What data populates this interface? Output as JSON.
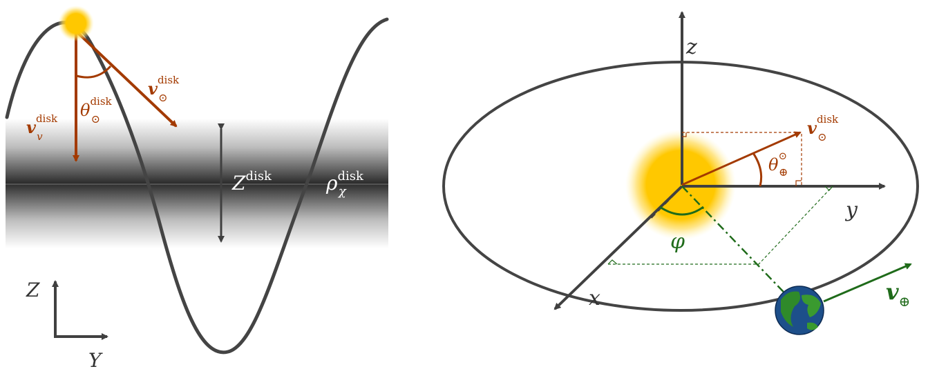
{
  "colors": {
    "axis": "#404040",
    "velocity": "#a33a00",
    "earth_velocity": "#1f6b1a",
    "sun": "#ffc800",
    "disk": "#2e2e2e"
  },
  "left_panel": {
    "v_sun_sym": "v",
    "v_sun_sub": "⊙",
    "v_sun_sup": "disk",
    "v_v_sym": "v",
    "v_v_sub": "v",
    "v_v_sup": "disk",
    "theta_sym": "θ",
    "theta_sub": "⊙",
    "theta_sup": "disk",
    "Z_disk_sym": "Z",
    "Z_disk_sup": "disk",
    "rho_sym": "ρ",
    "rho_sub": "χ",
    "rho_sup": "disk",
    "axis_Z": "Z",
    "axis_Y": "Y"
  },
  "right_panel": {
    "axis_z": "z",
    "axis_y": "y",
    "axis_x": "x",
    "v_sun_sym": "v",
    "v_sun_sub": "⊙",
    "v_sun_sup": "disk",
    "theta_sym": "θ",
    "theta_sub": "⊕",
    "theta_sup": "⊙",
    "phi": "φ",
    "v_earth_sym": "v",
    "v_earth_sub": "⊕"
  }
}
